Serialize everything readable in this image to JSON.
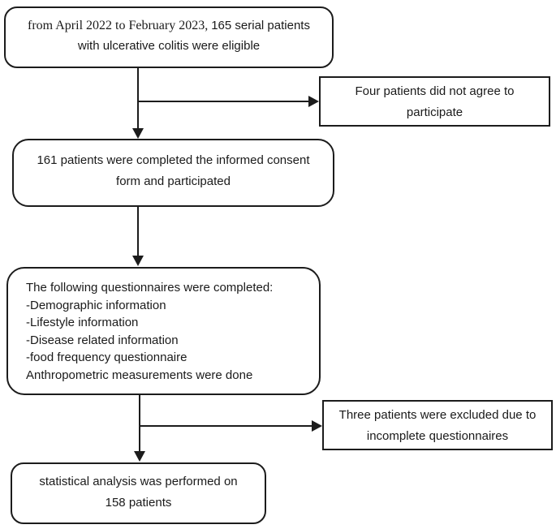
{
  "colors": {
    "line": "#1c1c1c",
    "text": "#1a1a1a",
    "background": "#ffffff"
  },
  "flowchart": {
    "eligible_box": {
      "line1_serif": "from April 2022 to February 2023, ",
      "line1_sans": "165 serial patients",
      "line2": "with ulcerative colitis were eligible"
    },
    "refusal_box": {
      "line1": "Four patients did not agree to",
      "line2": "participate"
    },
    "consent_box": {
      "line1": "161 patients were completed the informed consent",
      "line2": "form and participated"
    },
    "questionnaires_box": {
      "lines": [
        "The following questionnaires were completed:",
        "-Demographic information",
        "-Lifestyle information",
        "-Disease related information",
        "-food frequency questionnaire",
        "Anthropometric measurements were done"
      ]
    },
    "excluded_box": {
      "line1": "Three patients were excluded due to",
      "line2": "incomplete questionnaires"
    },
    "analysis_box": {
      "line1": "statistical analysis was performed on",
      "line2": "158 patients"
    }
  }
}
